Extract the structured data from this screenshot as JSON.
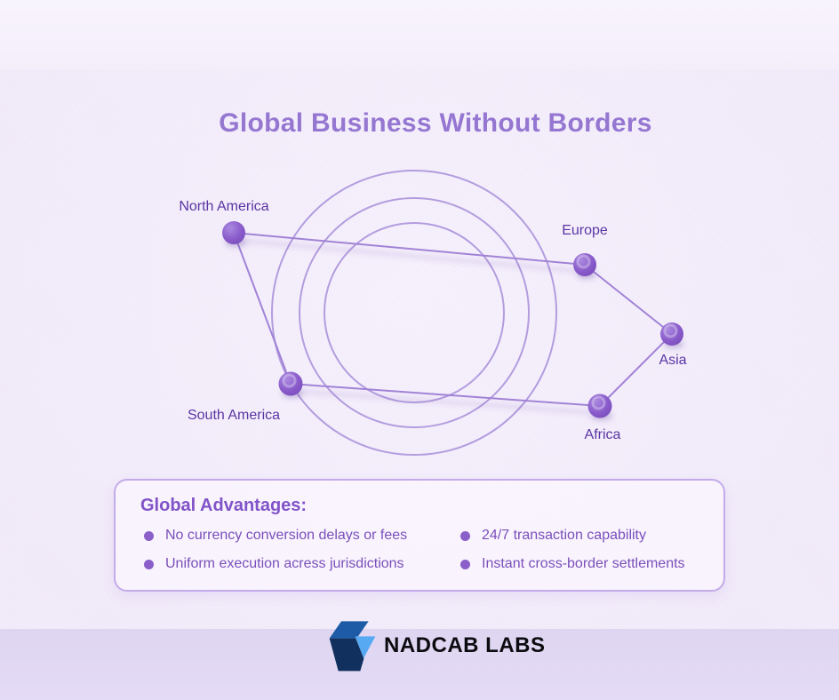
{
  "title": "Global Business Without Borders",
  "diagram": {
    "nodes": [
      {
        "label": "North America"
      },
      {
        "label": "Europe"
      },
      {
        "label": "Asia"
      },
      {
        "label": "Africa"
      },
      {
        "label": "South America"
      }
    ],
    "connections": [
      "North America — Europe",
      "Europe — Asia",
      "Asia — Africa",
      "South America — Africa",
      "North America — South America"
    ]
  },
  "advantages": {
    "heading": "Global Advantages:",
    "items": [
      "No currency conversion delays or fees",
      "Uniform execution acress jurisdictions",
      "24/7 transaction capability",
      "Instant cross-border settlements"
    ]
  },
  "logo": {
    "text": "NADCAB LABS"
  },
  "colors": {
    "title": "#9577d1",
    "node_fill": "#8a5ccb",
    "connection_line": "#a183d6",
    "orbit_circle": "#a88fda",
    "node_label": "#5b35a3",
    "advantage_heading": "#8153c8",
    "advantage_text": "#7a4fbb",
    "box_border": "#c3abe9",
    "logo_dark_blue": "#12305e",
    "logo_mid_blue": "#1e5ba6",
    "logo_light_blue": "#57a9f2",
    "background": "#f1ebf9",
    "bottom_band": "#e2d9f4"
  }
}
